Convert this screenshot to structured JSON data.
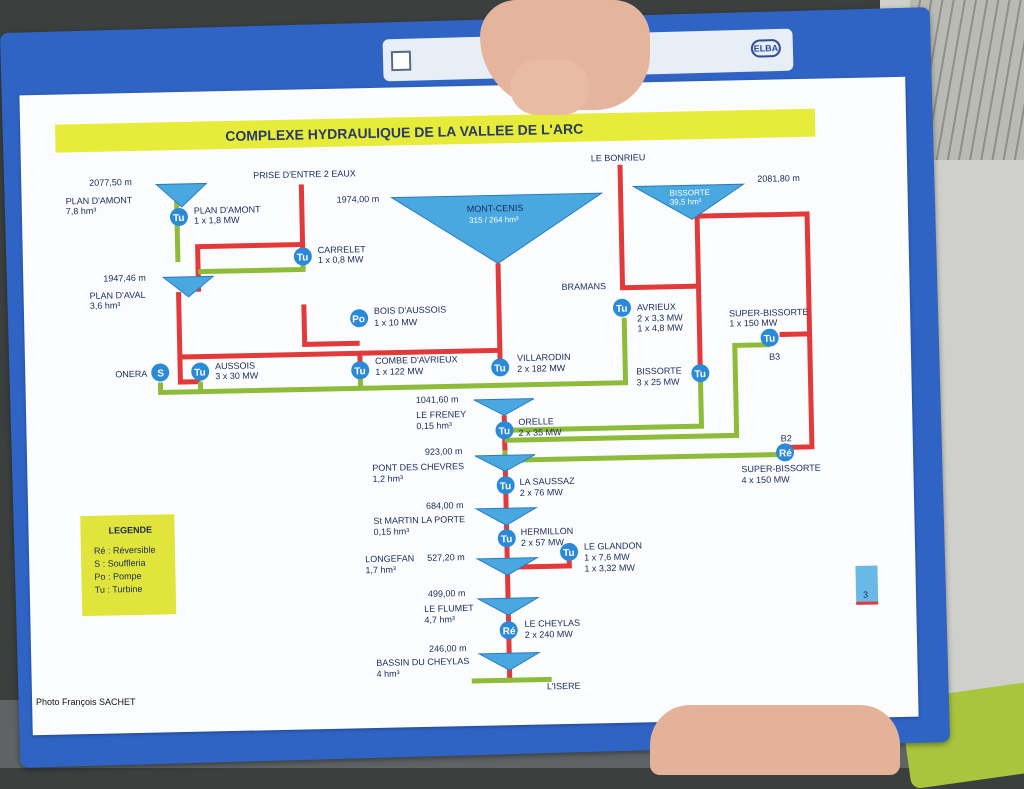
{
  "title": "COMPLEXE HYDRAULIQUE DE LA VALLEE DE L'ARC",
  "brand": "ELBA",
  "page_number": "3",
  "credit": "Photo François SACHET",
  "legend": {
    "heading": "LEGENDE",
    "items": [
      "Ré : Réversible",
      "S : Souffleria",
      "Po : Pompe",
      "Tu : Turbine"
    ]
  },
  "colors": {
    "folder": "#2f63c4",
    "red": "#e23a3a",
    "green": "#8dbb3a",
    "blue": "#4aa8e0",
    "title_bar": "#e7ec3a"
  },
  "labels": {
    "amont_alt": "2077,50 m",
    "amont_name": "PLAN D'AMONT",
    "amont_vol": "7,8 hm³",
    "prise": "PRISE D'ENTRE 2 EAUX",
    "plan_amont_plant": "PLAN D'AMONT",
    "plan_amont_mw": "1 x 1,8 MW",
    "carrelet": "CARRELET",
    "carrelet_mw": "1 x 0,8 MW",
    "aval_alt": "1947,46 m",
    "aval_name": "PLAN D'AVAL",
    "aval_vol": "3,6 hm³",
    "mc_alt": "1974,00 m",
    "mc_name": "MONT-CENIS",
    "mc_vol": "315 / 264 hm³",
    "bonrieu": "LE BONRIEU",
    "bissorte_alt": "2081,80 m",
    "bissorte_name": "BISSORTE",
    "bissorte_vol": "39,5 hm³",
    "bramans": "BRAMANS",
    "bois": "BOIS D'AUSSOIS",
    "bois_mw": "1 x 10 MW",
    "avrieux": "AVRIEUX",
    "avrieux_mw1": "2 x 3,3 MW",
    "avrieux_mw2": "1 x 4,8 MW",
    "superb1": "SUPER-BISSORTE",
    "superb1_mw": "1 x 150 MW",
    "b3": "B3",
    "onera": "ONERA",
    "aussois": "AUSSOIS",
    "aussois_mw": "3 x 30 MW",
    "combe": "COMBE D'AVRIEUX",
    "combe_mw": "1 x 122 MW",
    "villarodin": "VILLARODIN",
    "villarodin_mw": "2 x 182 MW",
    "bissorte_plant": "BISSORTE",
    "bissorte_plant_mw": "3 x 25 MW",
    "freney_alt": "1041,60 m",
    "freney": "LE FRENEY",
    "freney_vol": "0,15 hm³",
    "orelle": "ORELLE",
    "orelle_mw": "2 x 35 MW",
    "b2": "B2",
    "pdc_alt": "923,00 m",
    "pdc": "PONT DES CHEVRES",
    "pdc_vol": "1,2 hm³",
    "superb2": "SUPER-BISSORTE",
    "superb2_mw": "4 x 150 MW",
    "saussaz": "LA SAUSSAZ",
    "saussaz_mw": "2 x 76 MW",
    "stm_alt": "684,00 m",
    "stm": "St MARTIN LA PORTE",
    "stm_vol": "0,15 hm³",
    "hermillon": "HERMILLON",
    "hermillon_mw": "2 x 57 MW",
    "longefan": "LONGEFAN",
    "longefan_alt": "527,20 m",
    "longefan_vol": "1,7 hm³",
    "glandon": "LE GLANDON",
    "glandon_mw1": "1 x 7,6 MW",
    "glandon_mw2": "1 x 3,32 MW",
    "flumet_alt": "499,00 m",
    "flumet": "LE FLUMET",
    "flumet_vol": "4,7 hm³",
    "cheylas": "LE CHEYLAS",
    "cheylas_mw": "2 x 240 MW",
    "bassin_alt": "246,00 m",
    "bassin": "BASSIN DU CHEYLAS",
    "bassin_vol": "4 hm³",
    "isere": "L'ISERE"
  },
  "icons": {
    "tu": "Tu",
    "po": "Po",
    "s": "S",
    "re": "Ré"
  }
}
